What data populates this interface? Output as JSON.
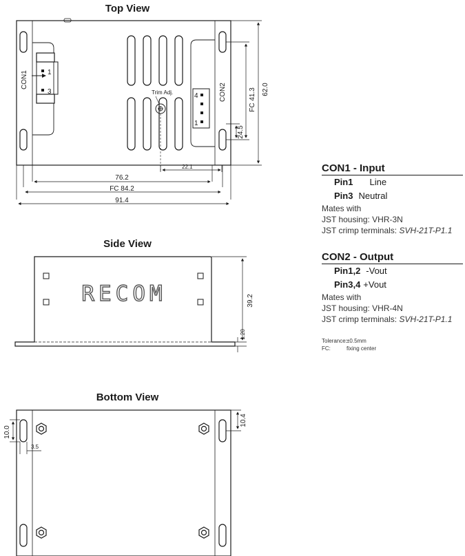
{
  "views": {
    "top": "Top View",
    "side": "Side View",
    "bottom": "Bottom View"
  },
  "top_view": {
    "con1_label": "CON1",
    "con1_pins": [
      "1",
      "3"
    ],
    "con2_label": "CON2",
    "con2_pins": [
      "4",
      "1"
    ],
    "trim_label": "Trim Adj.",
    "dims": {
      "d76": "76.2",
      "dfc84": "FC 84.2",
      "d91": "91.4",
      "d22": "22.1",
      "dfc41": "FC 41.3",
      "d62": "62.0",
      "d24": "24.5"
    }
  },
  "side_view": {
    "logo": "RECOM",
    "dims": {
      "d39": "39.2",
      "d120": "1.20"
    }
  },
  "bottom_view": {
    "dims": {
      "d10": "10.0",
      "d35": "3.5",
      "d104": "10.4"
    }
  },
  "con1": {
    "title": "CON1 - Input",
    "pins": [
      {
        "pin": "Pin1",
        "desc": "Line"
      },
      {
        "pin": "Pin3",
        "desc": "Neutral"
      }
    ],
    "mates": "Mates with",
    "housing": "JST housing: VHR-3N",
    "crimp_prefix": "JST crimp terminals: ",
    "crimp_part": "SVH-21T-P1.1"
  },
  "con2": {
    "title": "CON2 - Output",
    "pins": [
      {
        "pin": "Pin1,2",
        "desc": "-Vout"
      },
      {
        "pin": "Pin3,4",
        "desc": "+Vout"
      }
    ],
    "mates": "Mates with",
    "housing": "JST housing: VHR-4N",
    "crimp_prefix": "JST crimp terminals: ",
    "crimp_part": "SVH-21T-P1.1"
  },
  "tolerance": {
    "tol_key": "Tolerance:",
    "tol_val": "±0.5mm",
    "fc_key": "FC:",
    "fc_val": "fixing center"
  }
}
